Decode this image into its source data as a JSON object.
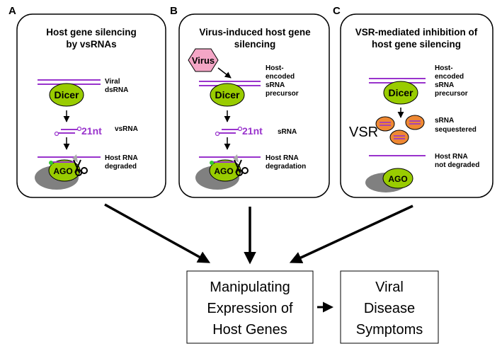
{
  "panels": [
    {
      "letter": "A",
      "title_lines": [
        "Host gene silencing",
        "by vsRNAs"
      ],
      "dicer_label": "Dicer",
      "ago_label": "AGO",
      "top_rna_label": [
        "Viral",
        "dsRNA"
      ],
      "small_rna_size": "21nt",
      "small_rna_label": [
        "vsRNA"
      ],
      "bottom_rna_label": [
        "Host RNA",
        "degraded"
      ]
    },
    {
      "letter": "B",
      "title_lines": [
        "Virus-induced host gene",
        "silencing"
      ],
      "virus_label": "Virus",
      "dicer_label": "Dicer",
      "ago_label": "AGO",
      "top_rna_label": [
        "Host-",
        "encoded",
        "sRNA",
        "precursor"
      ],
      "small_rna_size": "21nt",
      "small_rna_label": [
        "sRNA"
      ],
      "bottom_rna_label": [
        "Host RNA",
        "degradation"
      ]
    },
    {
      "letter": "C",
      "title_lines": [
        "VSR-mediated inhibition of",
        "host gene silencing"
      ],
      "dicer_label": "Dicer",
      "ago_label": "AGO",
      "vsr_label": "VSR",
      "top_rna_label": [
        "Host-",
        "encoded",
        "sRNA",
        "precursor"
      ],
      "small_rna_label": [
        "sRNA",
        "sequestered"
      ],
      "bottom_rna_label": [
        "Host RNA",
        "not degraded"
      ]
    }
  ],
  "outcome_boxes": [
    {
      "lines": [
        "Manipulating",
        "Expression of",
        "Host Genes"
      ]
    },
    {
      "lines": [
        "Viral",
        "Disease",
        "Symptoms"
      ]
    }
  ],
  "colors": {
    "rna_purple": "#9933cc",
    "dicer_green": "#99cc00",
    "ago_grey": "#808080",
    "virus_pink": "#f4a6c6",
    "vsr_orange": "#ee8833",
    "cleavage_green": "#33cc33"
  }
}
